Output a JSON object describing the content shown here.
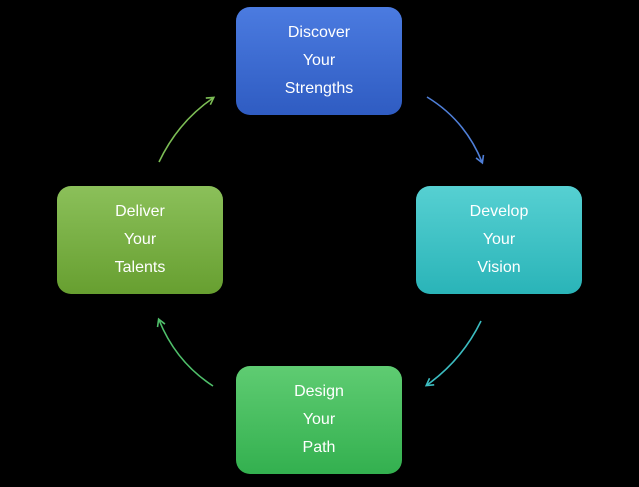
{
  "nodes": {
    "discover": [
      "Discover",
      "Your",
      "Strengths"
    ],
    "develop": [
      "Develop",
      "Your",
      "Vision"
    ],
    "design": [
      "Design",
      "Your",
      "Path"
    ],
    "deliver": [
      "Deliver",
      "Your",
      "Talents"
    ]
  },
  "colors": {
    "background": "#000000",
    "discover": "#3a68d0",
    "develop": "#40c2c5",
    "design": "#48be60",
    "deliver": "#78b045",
    "arrow_discover_to_develop": "#4f7fd8",
    "arrow_develop_to_design": "#3cbcc0",
    "arrow_design_to_deliver": "#4fbf6a",
    "arrow_deliver_to_discover": "#7cbd55"
  }
}
